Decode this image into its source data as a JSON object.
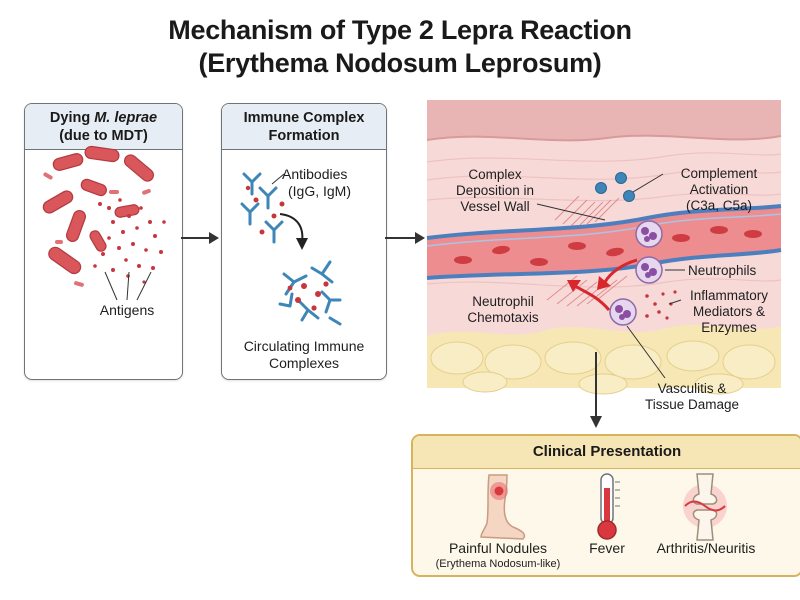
{
  "title": {
    "line1": "Mechanism of Type 2 Lepra Reaction",
    "line2": "(Erythema Nodosum Leprosum)"
  },
  "panel1": {
    "header_pre": "Dying ",
    "header_italic": "M. leprae",
    "header_line2": "(due to MDT)",
    "antigens_label": "Antigens"
  },
  "panel2": {
    "header_line1": "Immune Complex",
    "header_line2": "Formation",
    "antibodies_line1": "Antibodies",
    "antibodies_line2": "(IgG, IgM)",
    "complexes_line1": "Circulating Immune",
    "complexes_line2": "Complexes"
  },
  "tissue": {
    "complex_deposition": [
      "Complex",
      "Deposition in",
      "Vessel Wall"
    ],
    "complement": [
      "Complement",
      "Activation",
      "(C3a, C5a)"
    ],
    "neutrophils": "Neutrophils",
    "chemotaxis": [
      "Neutrophil",
      "Chemotaxis"
    ],
    "mediators": [
      "Inflammatory",
      "Mediators &",
      "Enzymes"
    ],
    "vasculitis": [
      "Vasculitis &",
      "Tissue Damage"
    ]
  },
  "clinical": {
    "header": "Clinical Presentation",
    "items": [
      {
        "label": "Painful Nodules",
        "sublabel": "(Erythema Nodosum-like)"
      },
      {
        "label": "Fever"
      },
      {
        "label": "Arthritis/Neuritis"
      }
    ]
  },
  "colors": {
    "bacteria": "#d9565a",
    "antibody": "#3f86b8",
    "antigen": "#c7363c",
    "vessel": "#4d7fbf",
    "skin": "#f2c4c2",
    "fat": "#f6e7b5",
    "clinical_border": "#d7b35b"
  }
}
